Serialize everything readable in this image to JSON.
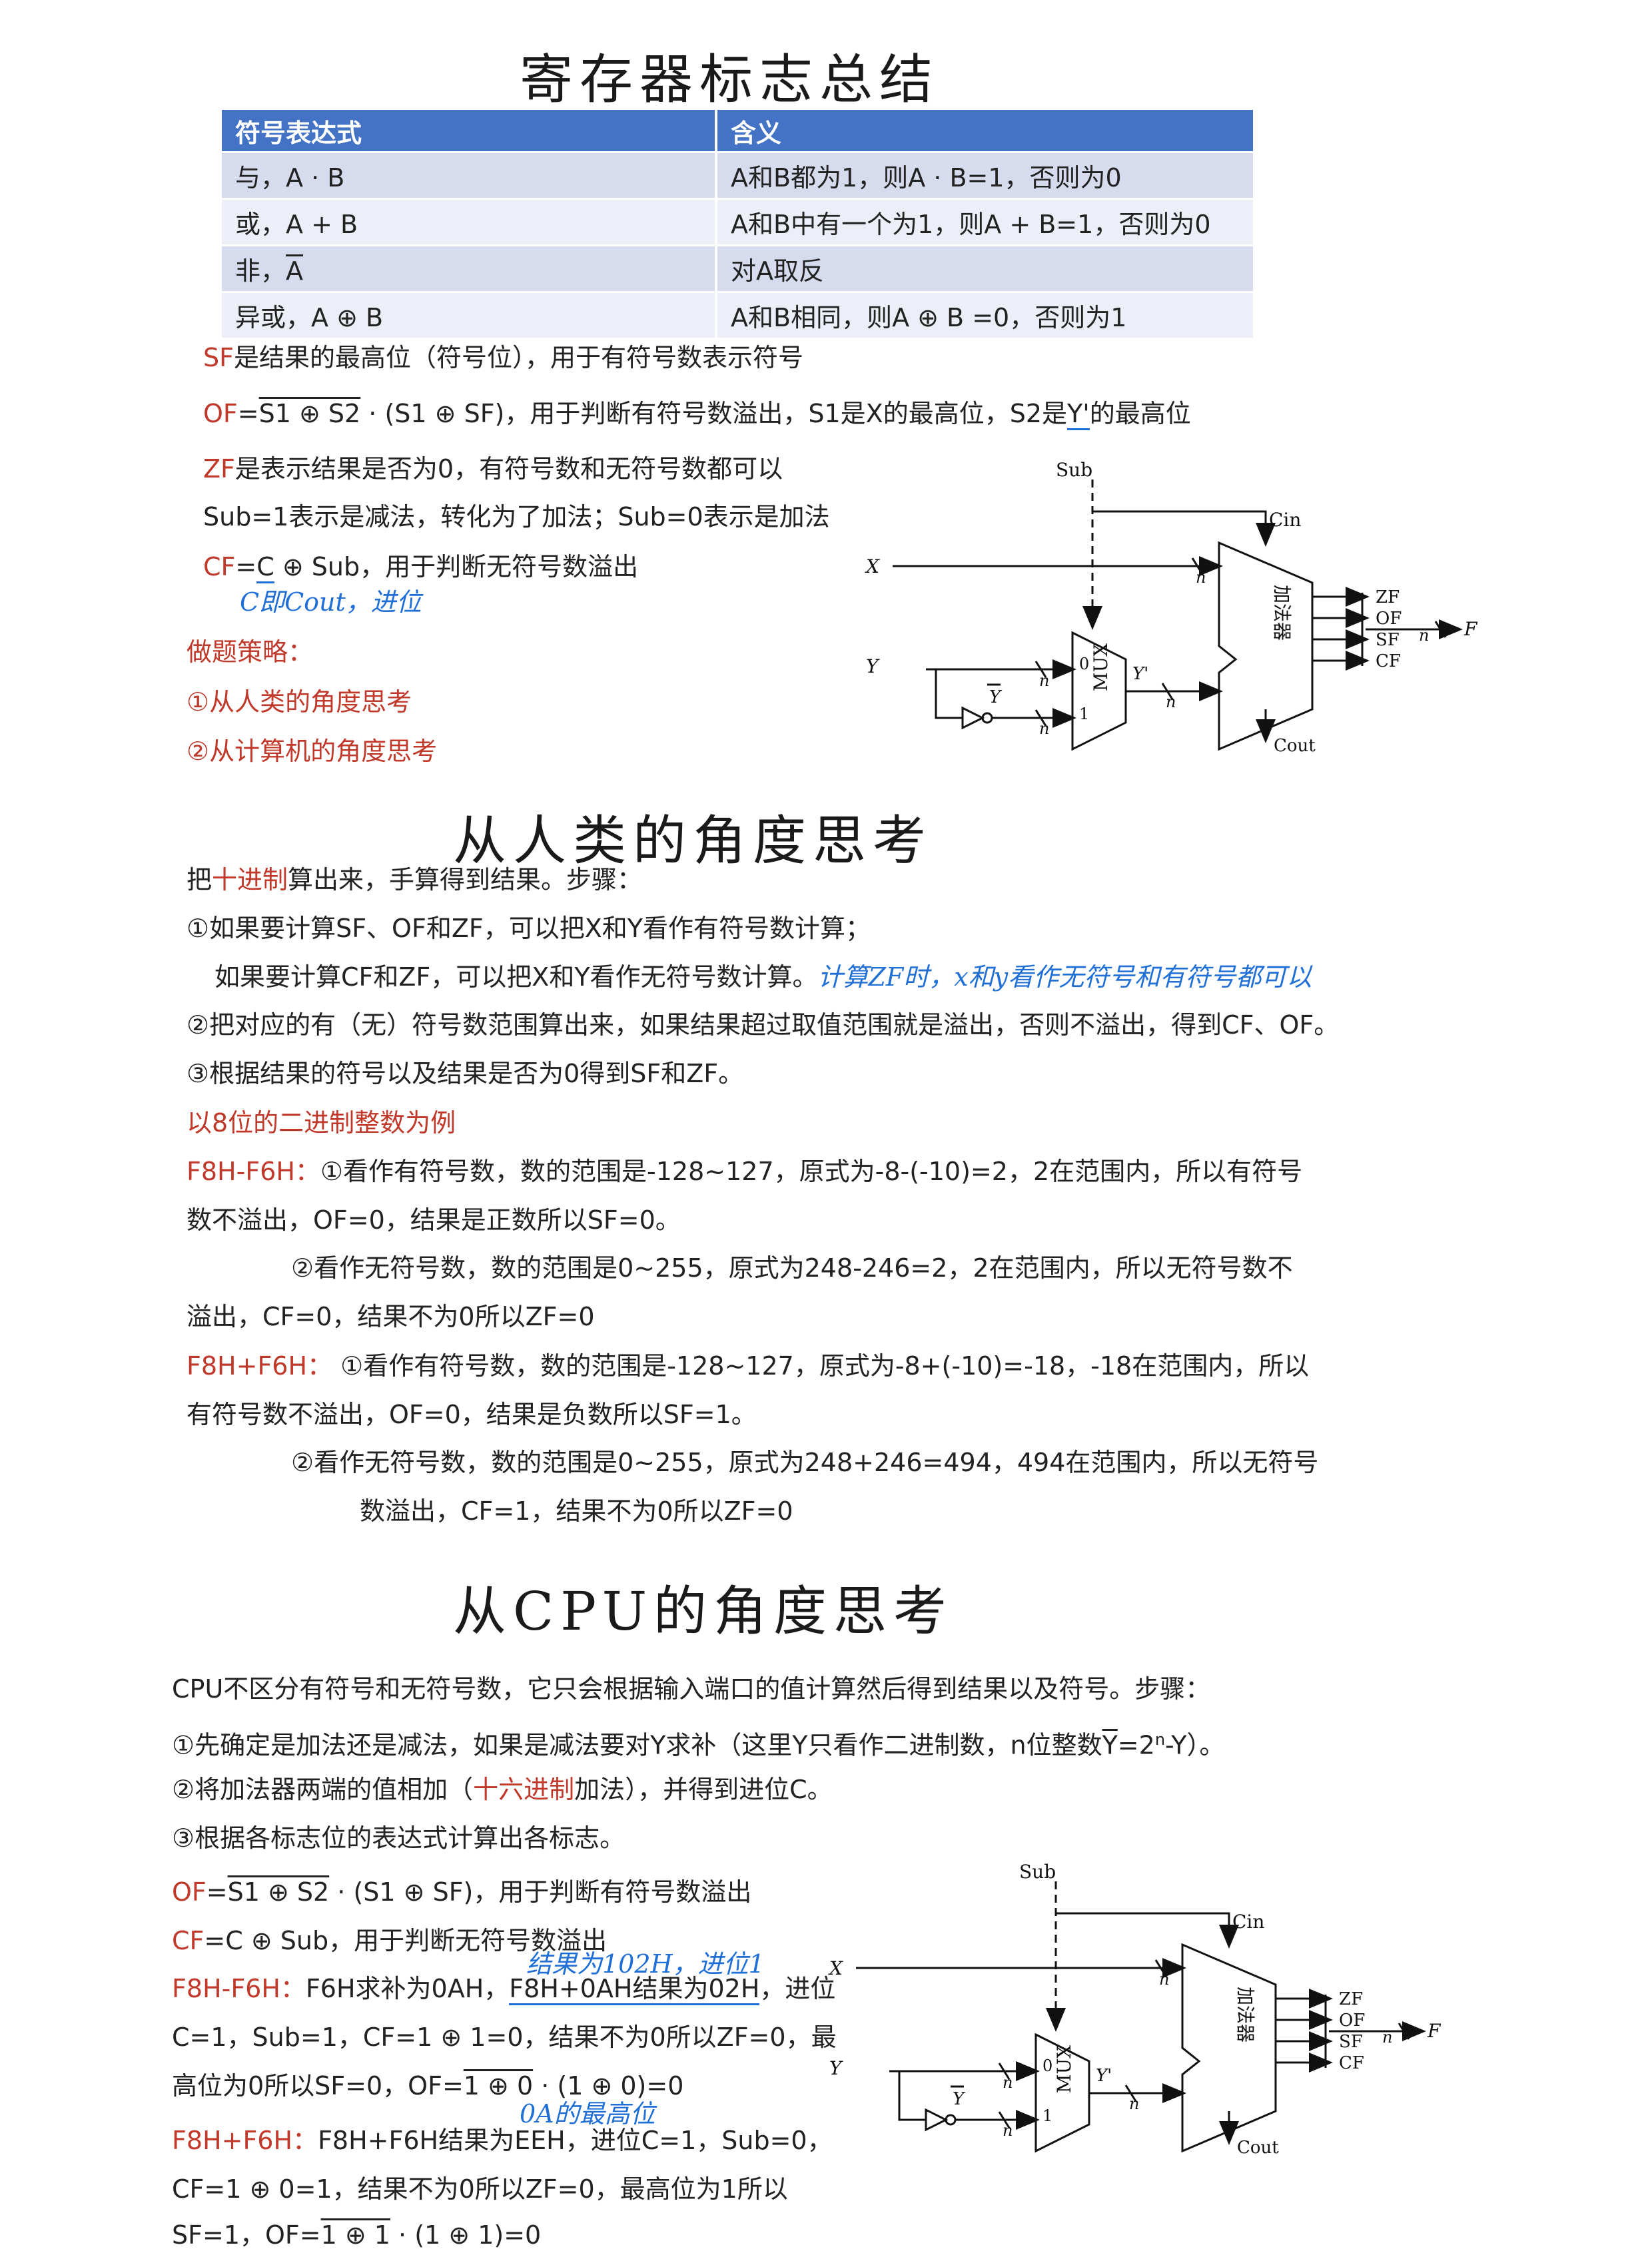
{
  "section1": {
    "title": "寄存器标志总结",
    "table": {
      "headers": [
        "符号表达式",
        "含义"
      ],
      "rows": [
        {
          "expr": "与，A · B",
          "meaning": "A和B都为1，则A · B=1，否则为0"
        },
        {
          "expr": "或，A + B",
          "meaning": "A和B中有一个为1，则A + B=1，否则为0"
        },
        {
          "expr_prefix": "非，",
          "expr_over": "A",
          "meaning": "对A取反"
        },
        {
          "expr": "异或，A ⊕ B",
          "meaning": "A和B相同，则A ⊕ B =0，否则为1"
        }
      ]
    },
    "sf": {
      "label": "SF",
      "text": "是结果的最高位（符号位），用于有符号数表示符号"
    },
    "of": {
      "label": "OF",
      "eq": "=",
      "over": "S1 ⊕ S2",
      "rest1": " · (S1 ⊕ SF)，用于判断有符号数溢出，S1是X的最高位，S2是",
      "yprime": "Y'",
      "rest2": "的最高位"
    },
    "zf": {
      "label": "ZF",
      "text": "是表示结果是否为0，有符号数和无符号数都可以"
    },
    "sub_line": "Sub=1表示是减法，转化为了加法；Sub=0表示是加法",
    "cf": {
      "label": "CF",
      "eq": "=",
      "c": "C",
      "rest": " ⊕ Sub，用于判断无符号数溢出"
    },
    "cf_note": "C即Cout，进位",
    "strategy": {
      "title": "做题策略：",
      "items": [
        "①从人类的角度思考",
        "②从计算机的角度思考"
      ]
    }
  },
  "section2": {
    "title": "从人类的角度思考",
    "intro_a": "把",
    "intro_red": "十进制",
    "intro_b": "算出来，手算得到结果。步骤：",
    "step1": "①如果要计算SF、OF和ZF，可以把X和Y看作有符号数计算；",
    "step1b": "如果要计算CF和ZF，可以把X和Y看作无符号数计算。",
    "step1_note": "计算ZF时，x和y看作无符号和有符号都可以",
    "step2": "②把对应的有（无）符号数范围算出来，如果结果超过取值范围就是溢出，否则不溢出，得到CF、OF。",
    "step3": "③根据结果的符号以及结果是否为0得到SF和ZF。",
    "example_title": "以8位的二进制整数为例",
    "ex1_label": "F8H-F6H：",
    "ex1_a": "①看作有符号数，数的范围是-128~127，原式为-8-(-10)=2，2在范围内，所以有符号",
    "ex1_b": "数不溢出，OF=0，结果是正数所以SF=0。",
    "ex1_c": "②看作无符号数，数的范围是0~255，原式为248-246=2，2在范围内，所以无符号数不",
    "ex1_d": "溢出，CF=0，结果不为0所以ZF=0",
    "ex2_label": "F8H+F6H：",
    "ex2_a": " ①看作有符号数，数的范围是-128~127，原式为-8+(-10)=-18，-18在范围内，所以",
    "ex2_b": "有符号数不溢出，OF=0，结果是负数所以SF=1。",
    "ex2_c": "②看作无符号数，数的范围是0~255，原式为248+246=494，494在范围内，所以无符号",
    "ex2_d": "数溢出，CF=1，结果不为0所以ZF=0"
  },
  "section3": {
    "title": "从CPU的角度思考",
    "intro": "CPU不区分有符号和无符号数，它只会根据输入端口的值计算然后得到结果以及符号。步骤：",
    "step1_a": "①先确定是加法还是减法，如果是减法要对Y求补（这里Y只看作二进制数，n位整数",
    "step1_ybar": "Y",
    "step1_b": "=2",
    "step1_sup": "n",
    "step1_c": "-Y）。",
    "step2_a": "②将加法器两端的值相加（",
    "step2_red": "十六进制",
    "step2_b": "加法），并得到进位C。",
    "step3": "③根据各标志位的表达式计算出各标志。",
    "of_label": "OF",
    "of_eq": "=",
    "of_over": "S1 ⊕ S2",
    "of_rest": " · (S1 ⊕ SF)，用于判断有符号数溢出",
    "cf_label": "CF",
    "cf_rest": "=C ⊕ Sub，用于判断无符号数溢出",
    "ex1_note": "结果为102H，进位1",
    "ex1_label": "F8H-F6H：",
    "ex1_a": "F6H求补为0AH，",
    "ex1_under": "F8H+0AH结果为02H",
    "ex1_b": "，进位",
    "ex1_c": "C=1，Sub=1，CF=1 ⊕ 1=0，结果不为0所以ZF=0，最",
    "ex1_d1": "高位为0所以SF=0，OF=",
    "ex1_d_over": "1 ⊕ 0",
    "ex1_d2": " · (1 ⊕ 0)=0",
    "ex1_note2": "0A的最高位",
    "ex2_label": "F8H+F6H：",
    "ex2_a": "F8H+F6H结果为EEH，进位C=1，Sub=0，",
    "ex2_b": "CF=1 ⊕ 0=1，结果不为0所以ZF=0，最高位为1所以",
    "ex2_c1": "SF=1，OF=",
    "ex2_c_over": "1 ⊕ 1",
    "ex2_c2": " · (1 ⊕ 1)=0"
  },
  "diagram": {
    "sub": "Sub",
    "cin": "Cin",
    "x": "X",
    "y": "Y",
    "n": "n",
    "ybar": "Y",
    "yprime": "Y'",
    "mux": "MUX",
    "mux0": "0",
    "mux1": "1",
    "adder": "加法器",
    "outputs": [
      "ZF",
      "OF",
      "SF",
      "CF"
    ],
    "f": "F",
    "cout": "Cout"
  }
}
